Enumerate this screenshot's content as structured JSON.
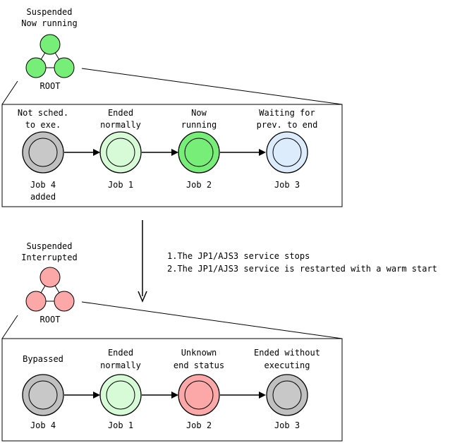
{
  "top": {
    "root_status": [
      "Suspended",
      "Now running"
    ],
    "root_label": "ROOT",
    "root_color": "#77ee77",
    "jobs": [
      {
        "status": [
          "Not sched.",
          "to exe."
        ],
        "label": [
          "Job 4",
          "added"
        ],
        "outer": "#c0c0c0",
        "inner": "#c8c8c8"
      },
      {
        "status": [
          "Ended",
          "normally"
        ],
        "label": [
          "Job 1"
        ],
        "outer": "#d6fbd6",
        "inner": "#d6fbd6"
      },
      {
        "status": [
          "Now",
          "running"
        ],
        "label": [
          "Job 2"
        ],
        "outer": "#77ee77",
        "inner": "#77ee77"
      },
      {
        "status": [
          "Waiting for",
          "prev. to end"
        ],
        "label": [
          "Job 3"
        ],
        "outer": "#dcecfc",
        "inner": "#dcecfc"
      }
    ]
  },
  "steps": [
    "1.The JP1/AJS3 service stops",
    "2.The JP1/AJS3 service is restarted with a warm start"
  ],
  "bottom": {
    "root_status": [
      "Suspended",
      "Interrupted"
    ],
    "root_label": "ROOT",
    "root_color": "#fca8a8",
    "jobs": [
      {
        "status": [
          "Bypassed"
        ],
        "label": [
          "Job 4"
        ],
        "outer": "#c0c0c0",
        "inner": "#c8c8c8"
      },
      {
        "status": [
          "Ended",
          "normally"
        ],
        "label": [
          "Job 1"
        ],
        "outer": "#d6fbd6",
        "inner": "#d6fbd6"
      },
      {
        "status": [
          "Unknown",
          "end status"
        ],
        "label": [
          "Job 2"
        ],
        "outer": "#fca8a8",
        "inner": "#fca8a8"
      },
      {
        "status": [
          "Ended without",
          "executing"
        ],
        "label": [
          "Job 3"
        ],
        "outer": "#c0c0c0",
        "inner": "#c8c8c8"
      }
    ]
  }
}
